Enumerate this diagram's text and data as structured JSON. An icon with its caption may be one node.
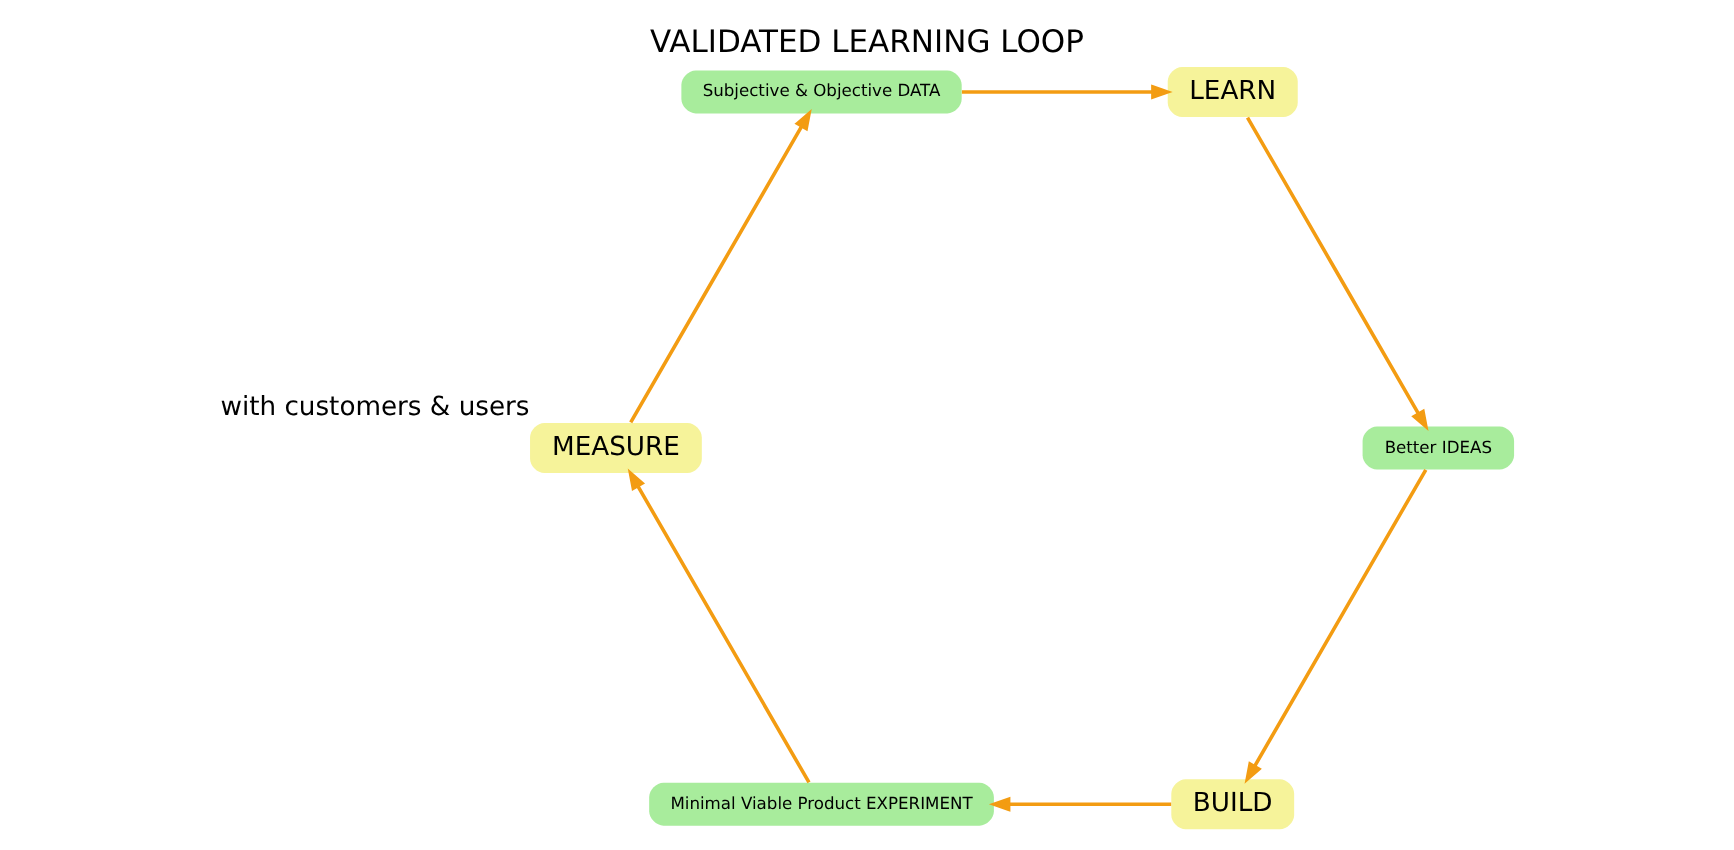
{
  "diagram": {
    "title": "VALIDATED LEARNING LOOP",
    "nodes": [
      {
        "text": [
          "BUILD"
        ]
      },
      {
        "text": [
          "Minimal Viable Product EXPERIMENT"
        ]
      },
      {
        "text": [
          "MEASURE"
        ],
        "beside": [
          "with customers & users"
        ]
      },
      {
        "text": [
          "Subjective & Objective DATA"
        ]
      },
      {
        "text": [
          "LEARN"
        ]
      },
      {
        "text": [
          "Better IDEAS"
        ]
      }
    ],
    "edges": [
      {
        "from": 0,
        "to": 1,
        "arrow": "to"
      },
      {
        "from": 1,
        "to": 2,
        "arrow": "to"
      },
      {
        "from": 2,
        "to": 3,
        "arrow": "to"
      },
      {
        "from": 3,
        "to": 4,
        "arrow": "to"
      },
      {
        "from": 4,
        "to": 5,
        "arrow": "to"
      },
      {
        "from": 5,
        "to": 0,
        "arrow": "to"
      }
    ]
  }
}
